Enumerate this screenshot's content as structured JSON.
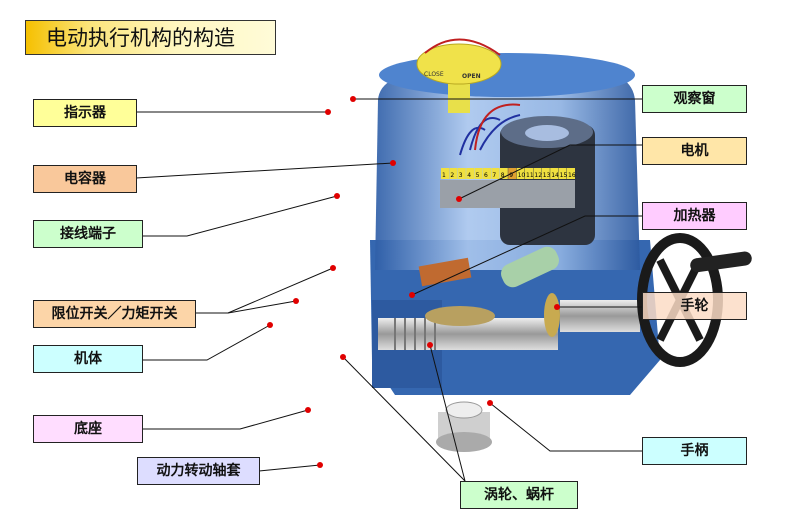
{
  "title": "电动执行机构的构造",
  "labels": {
    "indicator": "指示器",
    "capacitor": "电容器",
    "terminal": "接线端子",
    "limit_switch": "限位开关／力矩开关",
    "body": "机体",
    "base": "底座",
    "drive_sleeve": "动力转动轴套",
    "window": "观察窗",
    "motor": "电机",
    "heater": "加热器",
    "handwheel": "手轮",
    "handle": "手柄",
    "worm_gear": "涡轮、蜗杆"
  },
  "indicator_dial": {
    "close": "CLOSE",
    "open": "OPEN"
  },
  "terminal_numbers": [
    "1",
    "2",
    "3",
    "4",
    "5",
    "6",
    "7",
    "8",
    "9",
    "10",
    "11",
    "12",
    "13",
    "14",
    "15",
    "16"
  ],
  "colors": {
    "leader_dot": "#e00000",
    "housing": "#3b6fb5"
  }
}
